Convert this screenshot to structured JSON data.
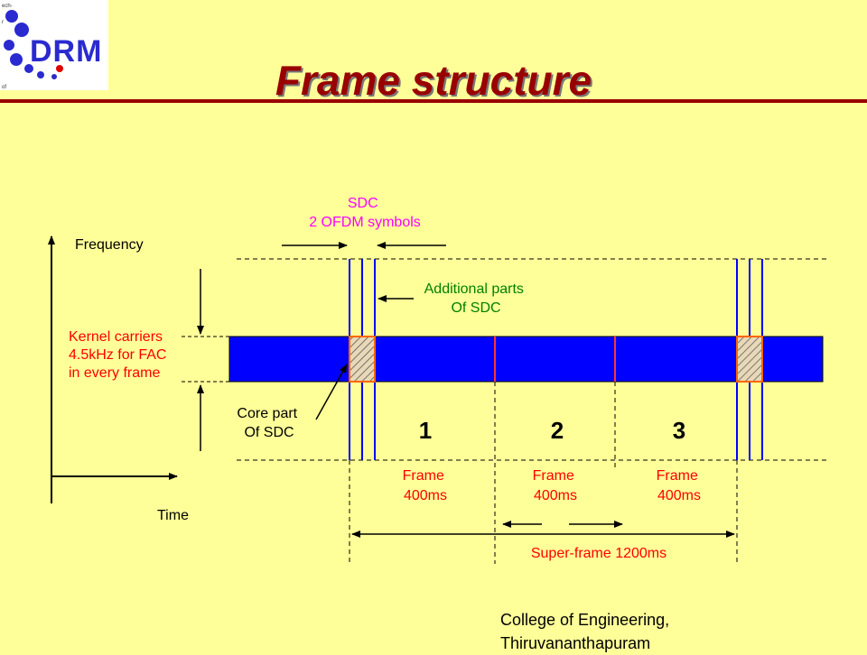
{
  "slide": {
    "title": "Frame structure",
    "logo": {
      "text": "DRM",
      "small_text": [
        "ech-",
        "r",
        "of"
      ]
    },
    "footer": [
      "College of Engineering,",
      "Thiruvananthapuram"
    ]
  },
  "diagram": {
    "sdc_label": [
      "SDC",
      "2 OFDM symbols"
    ],
    "additional_parts": [
      "Additional parts",
      "Of SDC"
    ],
    "frequency_label": "Frequency",
    "time_label": "Time",
    "kernel_label": [
      "Kernel carriers",
      "4.5kHz for FAC",
      "in every frame"
    ],
    "core_part_label": [
      "Core part",
      "Of SDC"
    ],
    "frame_numbers": [
      "1",
      "2",
      "3"
    ],
    "frame_labels": [
      [
        "Frame",
        "400ms"
      ],
      [
        "Frame",
        "400ms"
      ],
      [
        "Frame",
        "400ms"
      ]
    ],
    "superframe_label": "Super-frame 1200ms"
  },
  "colors": {
    "background": "#ffff99",
    "title": "#990000",
    "band": "#0000ff",
    "sdc_text": "#ff00ff",
    "additional_text": "#008000",
    "label_red": "#ff0000",
    "orange": "#ff6600"
  }
}
